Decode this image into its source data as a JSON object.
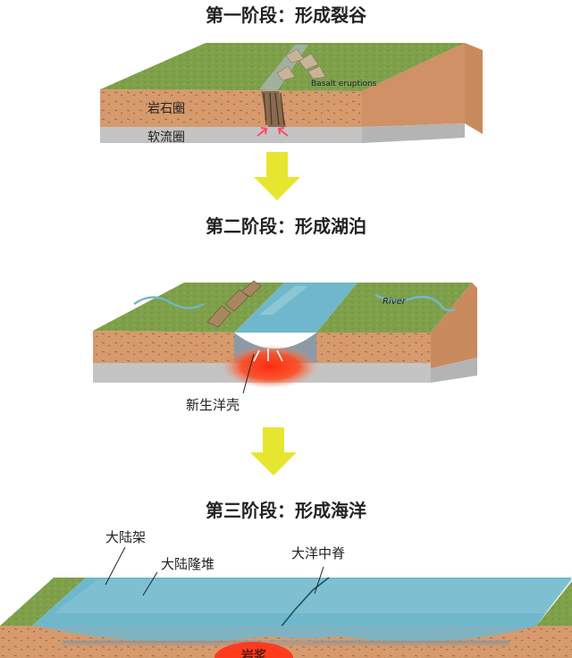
{
  "stages": [
    {
      "title": "第一阶段：形成裂谷",
      "labels": {
        "lithosphere": "岩石圈",
        "asthenosphere": "软流圈",
        "eruptions": "Basalt eruptions"
      }
    },
    {
      "title": "第二阶段：形成湖泊",
      "labels": {
        "river": "River",
        "new_crust": "新生洋壳"
      }
    },
    {
      "title": "第三阶段：形成海洋",
      "labels": {
        "shelf": "大陆架",
        "rise": "大陆隆堆",
        "ridge": "大洋中脊",
        "magma": "岩浆"
      }
    }
  ],
  "colors": {
    "grass": "#7fa04a",
    "soil": "#d69a6c",
    "mantle": "#c4c4c4",
    "water": "#6fb8cc",
    "magma": "#ff3b1e",
    "arrow": "#e6e630"
  }
}
